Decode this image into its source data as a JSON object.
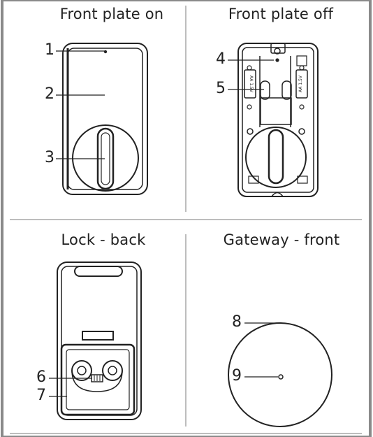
{
  "panels": [
    {
      "title": "Front plate on"
    },
    {
      "title": "Front plate off"
    },
    {
      "title": "Lock - back"
    },
    {
      "title": "Gateway - front"
    }
  ],
  "callouts": [
    "1",
    "2",
    "3",
    "4",
    "5",
    "6",
    "7",
    "8",
    "9"
  ],
  "battery_label": "AA 1.5V",
  "colors": {
    "border": "#8a8a8a",
    "line": "#222222"
  }
}
